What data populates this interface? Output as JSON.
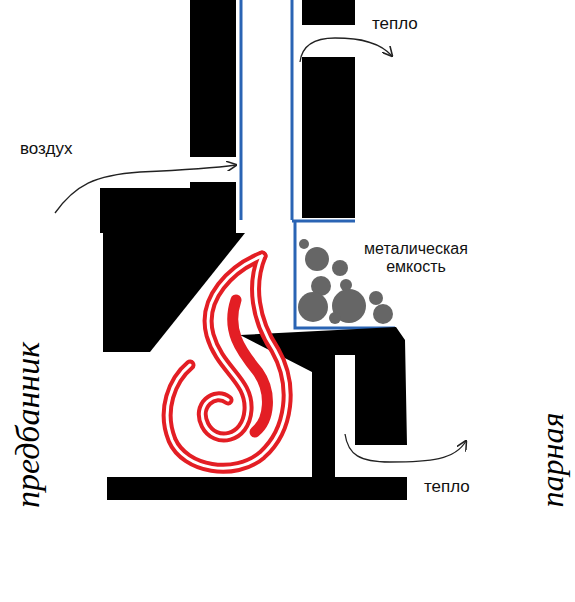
{
  "diagram": {
    "labels": [
      "тепло",
      "воздух",
      "металическая емкость",
      "тепло",
      "предбанник",
      "парная"
    ]
  }
}
